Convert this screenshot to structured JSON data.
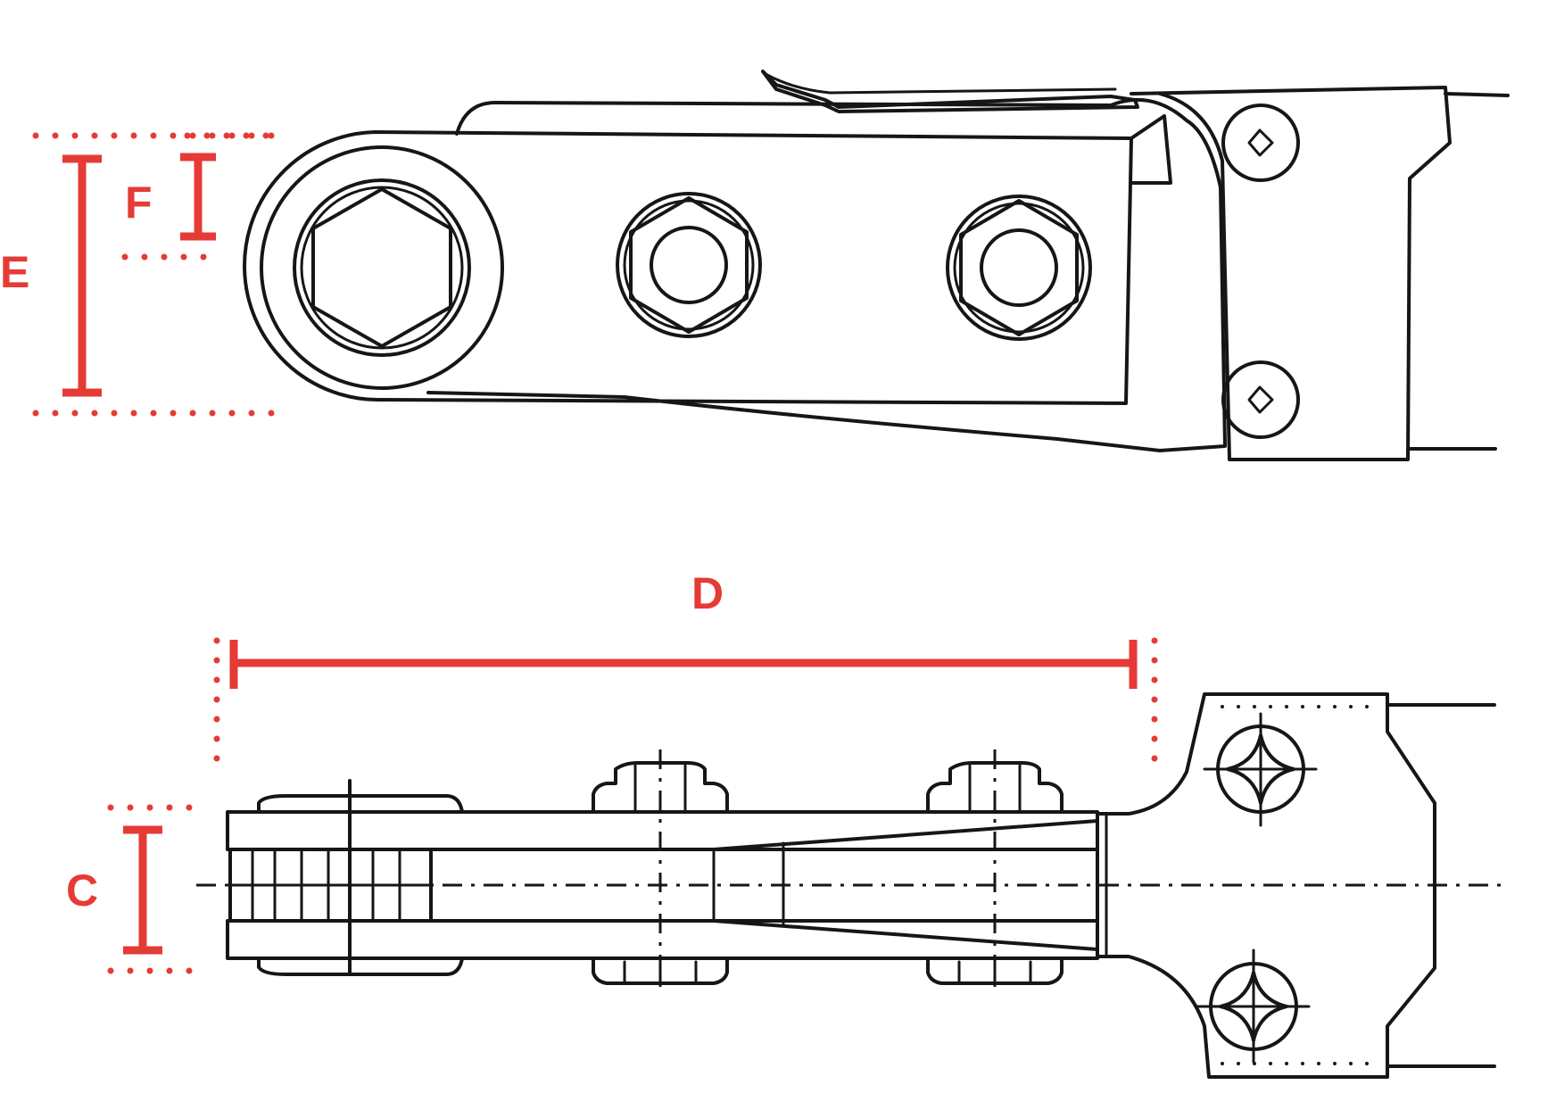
{
  "diagram": {
    "colors": {
      "dimension": "#e53b36",
      "ink": "#161616",
      "background": "#ffffff"
    },
    "dimensions": [
      {
        "id": "E",
        "label": "E"
      },
      {
        "id": "F",
        "label": "F"
      },
      {
        "id": "D",
        "label": "D"
      },
      {
        "id": "C",
        "label": "C"
      }
    ]
  }
}
